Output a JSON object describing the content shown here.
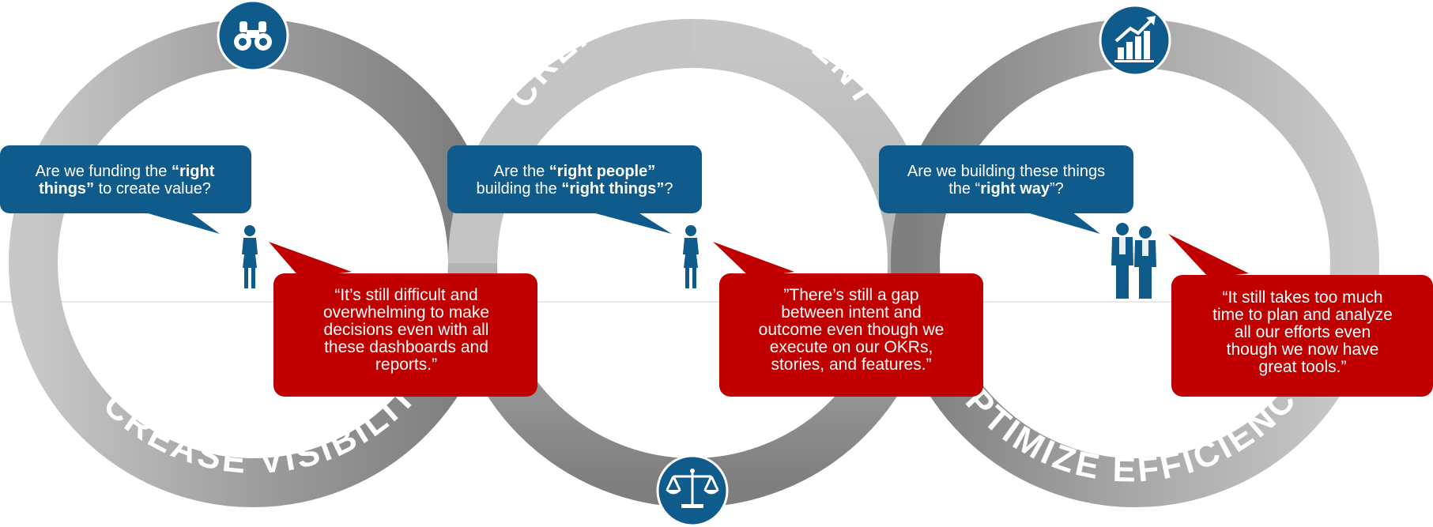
{
  "colors": {
    "ring_light": "#c4c4c4",
    "ring_dark": "#858585",
    "blue": "#0f5b8c",
    "red": "#c00000",
    "white": "#ffffff"
  },
  "rings": [
    {
      "label": "INCREASE VISIBILITY",
      "icon": "binoculars-icon"
    },
    {
      "label": "CREATE ALIGNMENT",
      "icon": "balance-scale-icon"
    },
    {
      "label": "OPTIMIZE EFFICIENCY",
      "icon": "growth-chart-icon"
    }
  ],
  "questions": [
    {
      "segments": [
        [
          "Are we funding the ",
          ""
        ],
        [
          "“right",
          "bold"
        ],
        [
          "\n",
          ""
        ],
        [
          "things”",
          "bold"
        ],
        [
          " to create value?",
          ""
        ]
      ]
    },
    {
      "segments": [
        [
          "Are the ",
          ""
        ],
        [
          "“right people”",
          "bold"
        ],
        [
          "\n",
          ""
        ],
        [
          "building the ",
          ""
        ],
        [
          "“right things”",
          "bold"
        ],
        [
          "?",
          ""
        ]
      ]
    },
    {
      "segments": [
        [
          "Are we building these things",
          ""
        ],
        [
          "\n",
          ""
        ],
        [
          "the “",
          ""
        ],
        [
          "right way",
          "bold"
        ],
        [
          "”?",
          ""
        ]
      ]
    }
  ],
  "quotes": [
    {
      "lines": [
        "“It’s still difficult and",
        "overwhelming to make",
        "decisions even with all",
        "these dashboards and",
        "reports.”"
      ]
    },
    {
      "lines": [
        "”There’s still a gap",
        "between intent and",
        "outcome even though we",
        "execute on our OKRs,",
        "stories, and features.”"
      ]
    },
    {
      "lines": [
        "“It still takes too much",
        "time to plan and analyze",
        "all our efforts even",
        "though we now have",
        "great tools.”"
      ]
    }
  ],
  "figures": [
    "woman-silhouette",
    "woman-silhouette",
    "two-men-silhouette"
  ]
}
